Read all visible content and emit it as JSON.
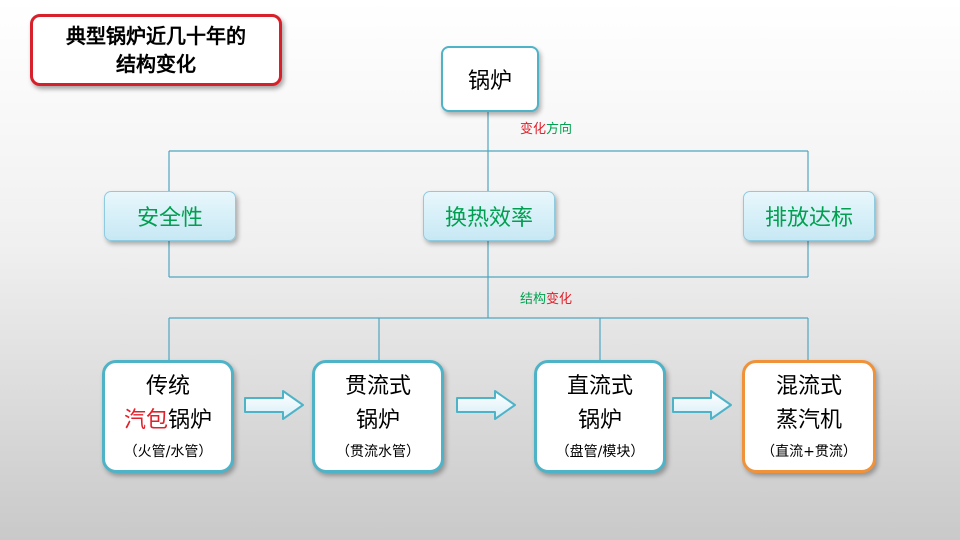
{
  "title": {
    "line1": "典型锅炉近几十年的",
    "line2": "结构变化"
  },
  "root": {
    "label": "锅炉"
  },
  "edge_top": {
    "red": "变化",
    "green": "方向"
  },
  "factors": [
    {
      "label": "安全性"
    },
    {
      "label": "换热效率"
    },
    {
      "label": "排放达标"
    }
  ],
  "edge_bottom": {
    "green": "结构",
    "red": "变化"
  },
  "types": [
    {
      "line1": "传统",
      "line2_red": "汽包",
      "line2_black": "锅炉",
      "note": "（火管/水管）"
    },
    {
      "line1": "贯流式",
      "line2_black": "锅炉",
      "note": "（贯流水管）"
    },
    {
      "line1": "直流式",
      "line2_black": "锅炉",
      "note": "（盘管/模块）"
    },
    {
      "line1": "混流式",
      "line2_black": "蒸汽机",
      "note": "（直流+贯流）"
    }
  ],
  "colors": {
    "red": "#e0202a",
    "green": "#00a050",
    "teal_border": "#4fb3c8",
    "orange_border": "#f0923a"
  }
}
